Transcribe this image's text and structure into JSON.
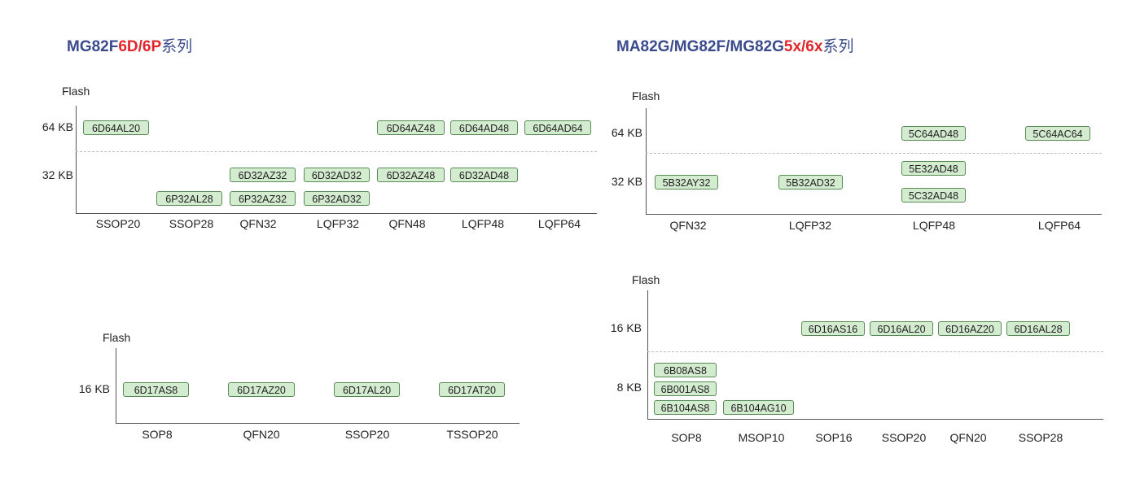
{
  "panel_tl": {
    "title_a": "MG82F",
    "title_b": "6D/6P",
    "title_c": "系列",
    "flash": "Flash",
    "y": [
      "64 KB",
      "32 KB"
    ],
    "x": [
      "SSOP20",
      "SSOP28",
      "QFN32",
      "LQFP32",
      "QFN48",
      "LQFP48",
      "LQFP64"
    ],
    "chips": [
      "6D64AL20",
      "6D64AZ48",
      "6D64AD48",
      "6D64AD64",
      "6D32AZ32",
      "6D32AD32",
      "6D32AZ48",
      "6D32AD48",
      "6P32AL28",
      "6P32AZ32",
      "6P32AD32"
    ]
  },
  "panel_tr": {
    "title_a": "MA82G/MG82F/MG82G",
    "title_b": "5x/6x",
    "title_c": "系列",
    "flash": "Flash",
    "y": [
      "64 KB",
      "32 KB"
    ],
    "x": [
      "QFN32",
      "LQFP32",
      "LQFP48",
      "LQFP64"
    ],
    "chips": [
      "5C64AD48",
      "5C64AC64",
      "5E32AD48",
      "5B32AY32",
      "5B32AD32",
      "5C32AD48"
    ]
  },
  "panel_bl": {
    "flash": "Flash",
    "y": [
      "16 KB"
    ],
    "x": [
      "SOP8",
      "QFN20",
      "SSOP20",
      "TSSOP20"
    ],
    "chips": [
      "6D17AS8",
      "6D17AZ20",
      "6D17AL20",
      "6D17AT20"
    ]
  },
  "panel_br": {
    "flash": "Flash",
    "y": [
      "16 KB",
      "8 KB"
    ],
    "x": [
      "SOP8",
      "MSOP10",
      "SOP16",
      "SSOP20",
      "QFN20",
      "SSOP28"
    ],
    "chips": [
      "6D16AS16",
      "6D16AL20",
      "6D16AZ20",
      "6D16AL28",
      "6B08AS8",
      "6B001AS8",
      "6B104AS8",
      "6B104AG10"
    ]
  }
}
